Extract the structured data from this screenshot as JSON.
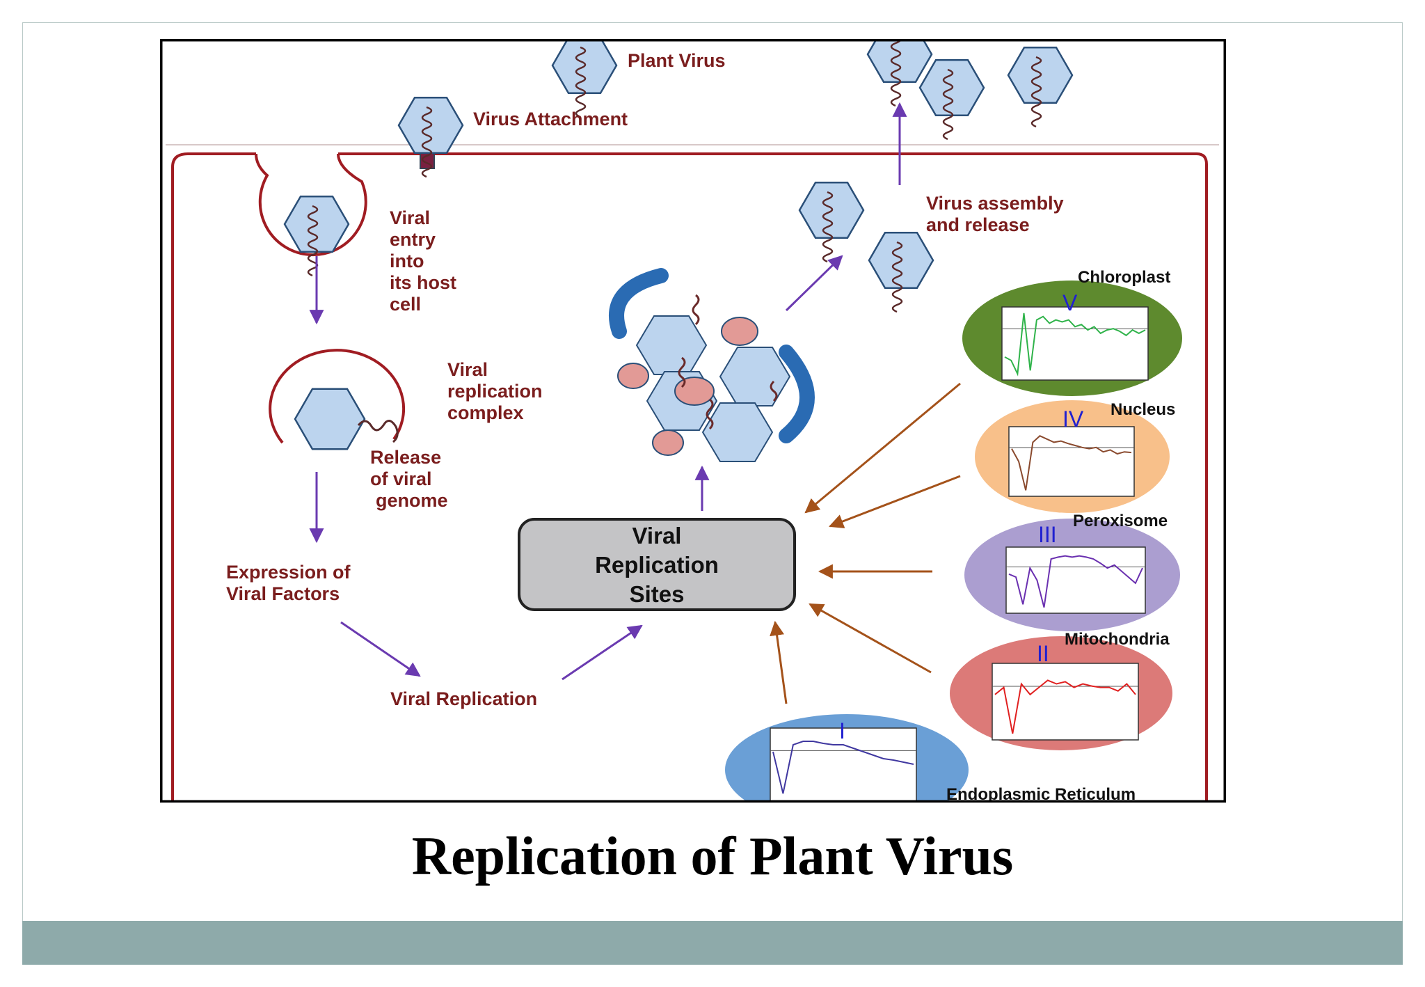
{
  "colors": {
    "cell_membrane": "#a01c22",
    "label_text": "#7a1d1d",
    "purple_arrow": "#6a3ab0",
    "brown_arrow": "#a4521a",
    "capsid_fill": "#bcd4ee",
    "capsid_stroke": "#2a4f78",
    "protein_fill": "#e29a96",
    "replication_cap": "#2a6bb3",
    "sites_box": "#c4c4c6",
    "roman_numeral": "#2020d0",
    "band": "#8eaaaa"
  },
  "icons": [
    "virus-capsid-icon",
    "arrow-icon"
  ],
  "labels": {
    "plant_virus": "Plant Virus",
    "virus_attachment": "Virus Attachment",
    "viral_entry": [
      "Viral",
      "entry",
      "into",
      "its host",
      "cell"
    ],
    "release_genome": [
      "Release",
      "of viral",
      "genome"
    ],
    "replication_complex": [
      "Viral",
      "replication",
      "complex"
    ],
    "expression": [
      "Expression of",
      "Viral Factors"
    ],
    "viral_replication": "Viral Replication",
    "sites": [
      "Viral",
      "Replication",
      "Sites"
    ],
    "assembly": [
      "Virus assembly",
      "and release"
    ]
  },
  "organelles": [
    {
      "numeral": "V",
      "name": "Chloroplast",
      "color": "#5e8a2e",
      "line": "#2fb34a"
    },
    {
      "numeral": "IV",
      "name": "Nucleus",
      "color": "#f8c08a",
      "line": "#8a4a2e"
    },
    {
      "numeral": "III",
      "name": "Peroxisome",
      "color": "#ab9ed0",
      "line": "#6a30b0"
    },
    {
      "numeral": "II",
      "name": "Mitochondria",
      "color": "#dc7a78",
      "line": "#e02020"
    },
    {
      "numeral": "I",
      "name": "Endoplasmic  Reticulum",
      "color": "#6a9fd6",
      "line": "#4038a0"
    }
  ],
  "title": "Replication of Plant Virus"
}
